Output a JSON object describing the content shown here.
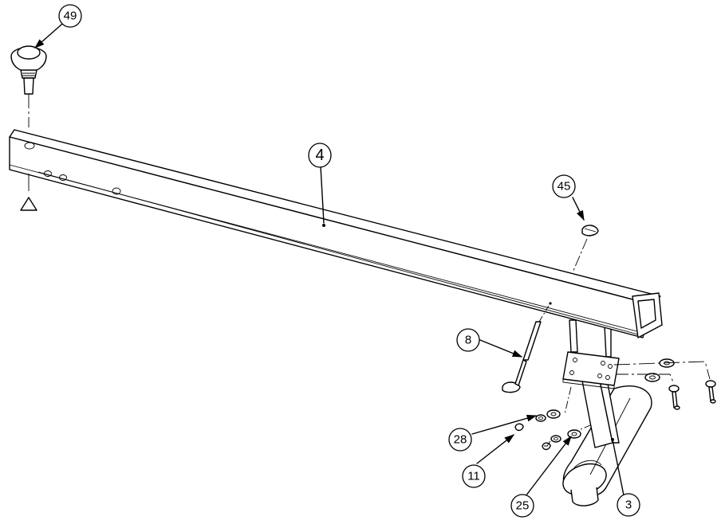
{
  "callouts": {
    "c49": "49",
    "c4": "4",
    "c45": "45",
    "c8": "8",
    "c28": "28",
    "c11": "11",
    "c25": "25",
    "c3": "3"
  }
}
